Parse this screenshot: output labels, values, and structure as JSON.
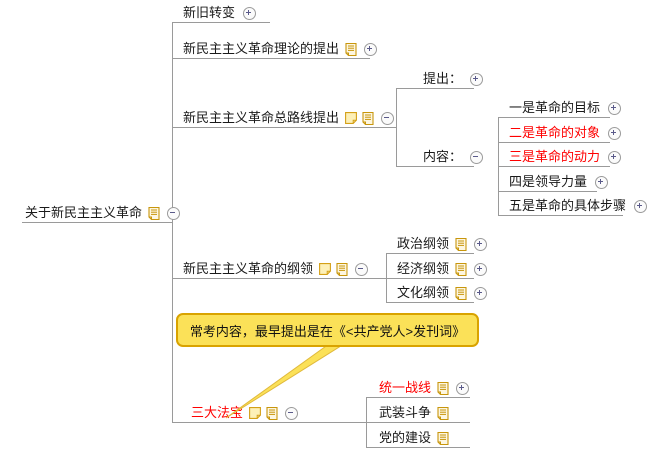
{
  "mindmap": {
    "title": "关于新民主主义革命",
    "root": {
      "label": "关于新民主主义革命",
      "toggle": "collapse",
      "icons": [
        "doc-icon"
      ]
    },
    "branches": [
      {
        "label": "新旧转变",
        "toggle": "expand",
        "icons": [],
        "color": "#1a1a1a"
      },
      {
        "label": "新民主主义革命理论的提出",
        "toggle": "expand",
        "icons": [
          "doc-icon"
        ],
        "color": "#1a1a1a"
      },
      {
        "label": "新民主主义革命总路线提出",
        "toggle": "collapse",
        "icons": [
          "note-icon",
          "doc-icon"
        ],
        "color": "#1a1a1a",
        "children": [
          {
            "label": "提出：",
            "toggle": "expand",
            "icons": [],
            "color": "#1a1a1a"
          },
          {
            "label": "内容：",
            "toggle": "collapse",
            "icons": [],
            "color": "#1a1a1a",
            "children": [
              {
                "label": "一是革命的目标",
                "toggle": "expand",
                "icons": [],
                "color": "#1a1a1a"
              },
              {
                "label": "二是革命的对象",
                "toggle": "expand",
                "icons": [],
                "color": "#ff0000"
              },
              {
                "label": "三是革命的动力",
                "toggle": "expand",
                "icons": [],
                "color": "#ff0000"
              },
              {
                "label": "四是领导力量",
                "toggle": "expand",
                "icons": [],
                "color": "#1a1a1a"
              },
              {
                "label": "五是革命的具体步骤",
                "toggle": "expand",
                "icons": [],
                "color": "#1a1a1a"
              }
            ]
          }
        ]
      },
      {
        "label": "新民主主义革命的纲领",
        "toggle": "collapse",
        "icons": [
          "note-icon",
          "doc-icon"
        ],
        "color": "#1a1a1a",
        "children": [
          {
            "label": "政治纲领",
            "toggle": "expand",
            "icons": [
              "doc-icon"
            ],
            "color": "#1a1a1a"
          },
          {
            "label": "经济纲领",
            "toggle": "expand",
            "icons": [
              "doc-icon"
            ],
            "color": "#1a1a1a"
          },
          {
            "label": "文化纲领",
            "toggle": "expand",
            "icons": [
              "doc-icon"
            ],
            "color": "#1a1a1a"
          }
        ]
      },
      {
        "label": "三大法宝",
        "toggle": "collapse",
        "icons": [
          "note-icon",
          "doc-icon"
        ],
        "color": "#ff0000",
        "children": [
          {
            "label": "统一战线",
            "toggle": "expand",
            "icons": [
              "doc-icon"
            ],
            "color": "#ff0000"
          },
          {
            "label": "武装斗争",
            "toggle": "none",
            "icons": [
              "doc-icon"
            ],
            "color": "#1a1a1a"
          },
          {
            "label": "党的建设",
            "toggle": "none",
            "icons": [
              "doc-icon"
            ],
            "color": "#1a1a1a"
          }
        ]
      }
    ],
    "callout": {
      "text": "常考内容，最早提出是在《<共产党人>发刊词》",
      "fill": "#fbe158",
      "border": "#d9a300",
      "text_color": "#111111"
    },
    "colors": {
      "branch_line": "#9a9a9a",
      "note_icon": "#e8b73c",
      "doc_icon": "#c8960c",
      "toggle_border": "#9b9b9b",
      "toggle_glyph": "#5a5a8a",
      "text_default": "#1a1a1a",
      "text_highlight": "#ff0000"
    }
  }
}
